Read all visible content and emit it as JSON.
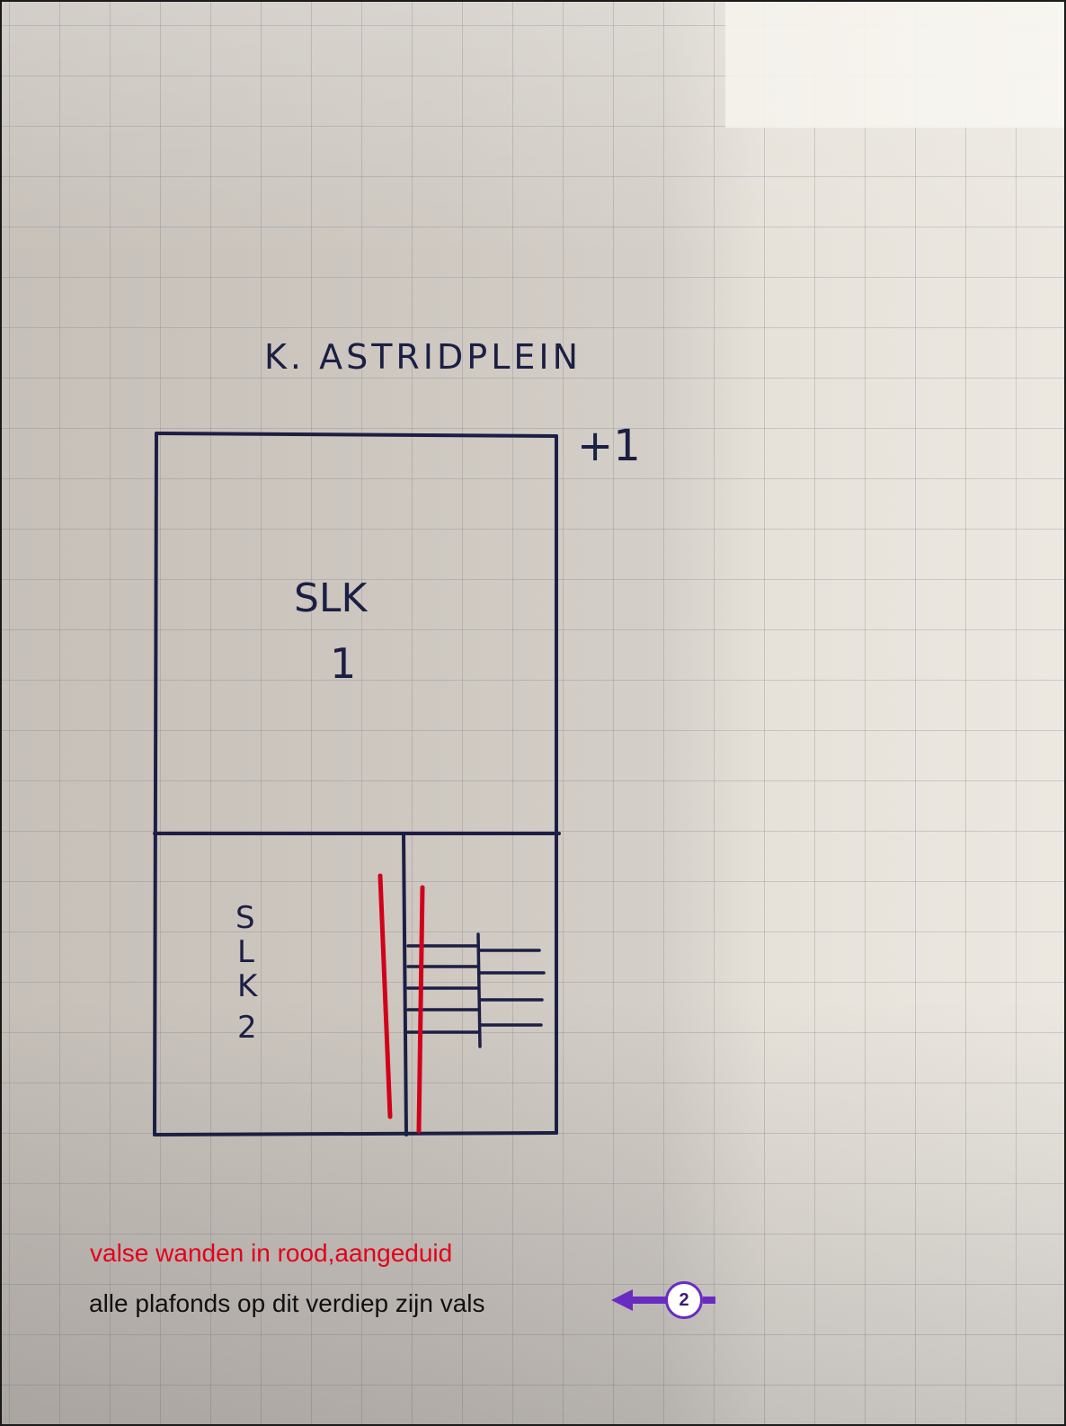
{
  "sketch": {
    "street_label": "K. ASTRIDPLEIN",
    "floor_label": "+1",
    "room_top": {
      "line1": "SLK",
      "line2": "1"
    },
    "room_bottom_letters": [
      "S",
      "L",
      "K",
      "2"
    ]
  },
  "notes": {
    "red_note": "valse wanden in rood,aangeduid",
    "black_note": "alle plafonds op dit verdiep zijn vals"
  },
  "marker": {
    "number": "2"
  },
  "colors": {
    "ink": "#1c1f44",
    "false_wall": "#d0021b",
    "annotation_red": "#e3001b",
    "marker_purple": "#6a2bc2"
  }
}
